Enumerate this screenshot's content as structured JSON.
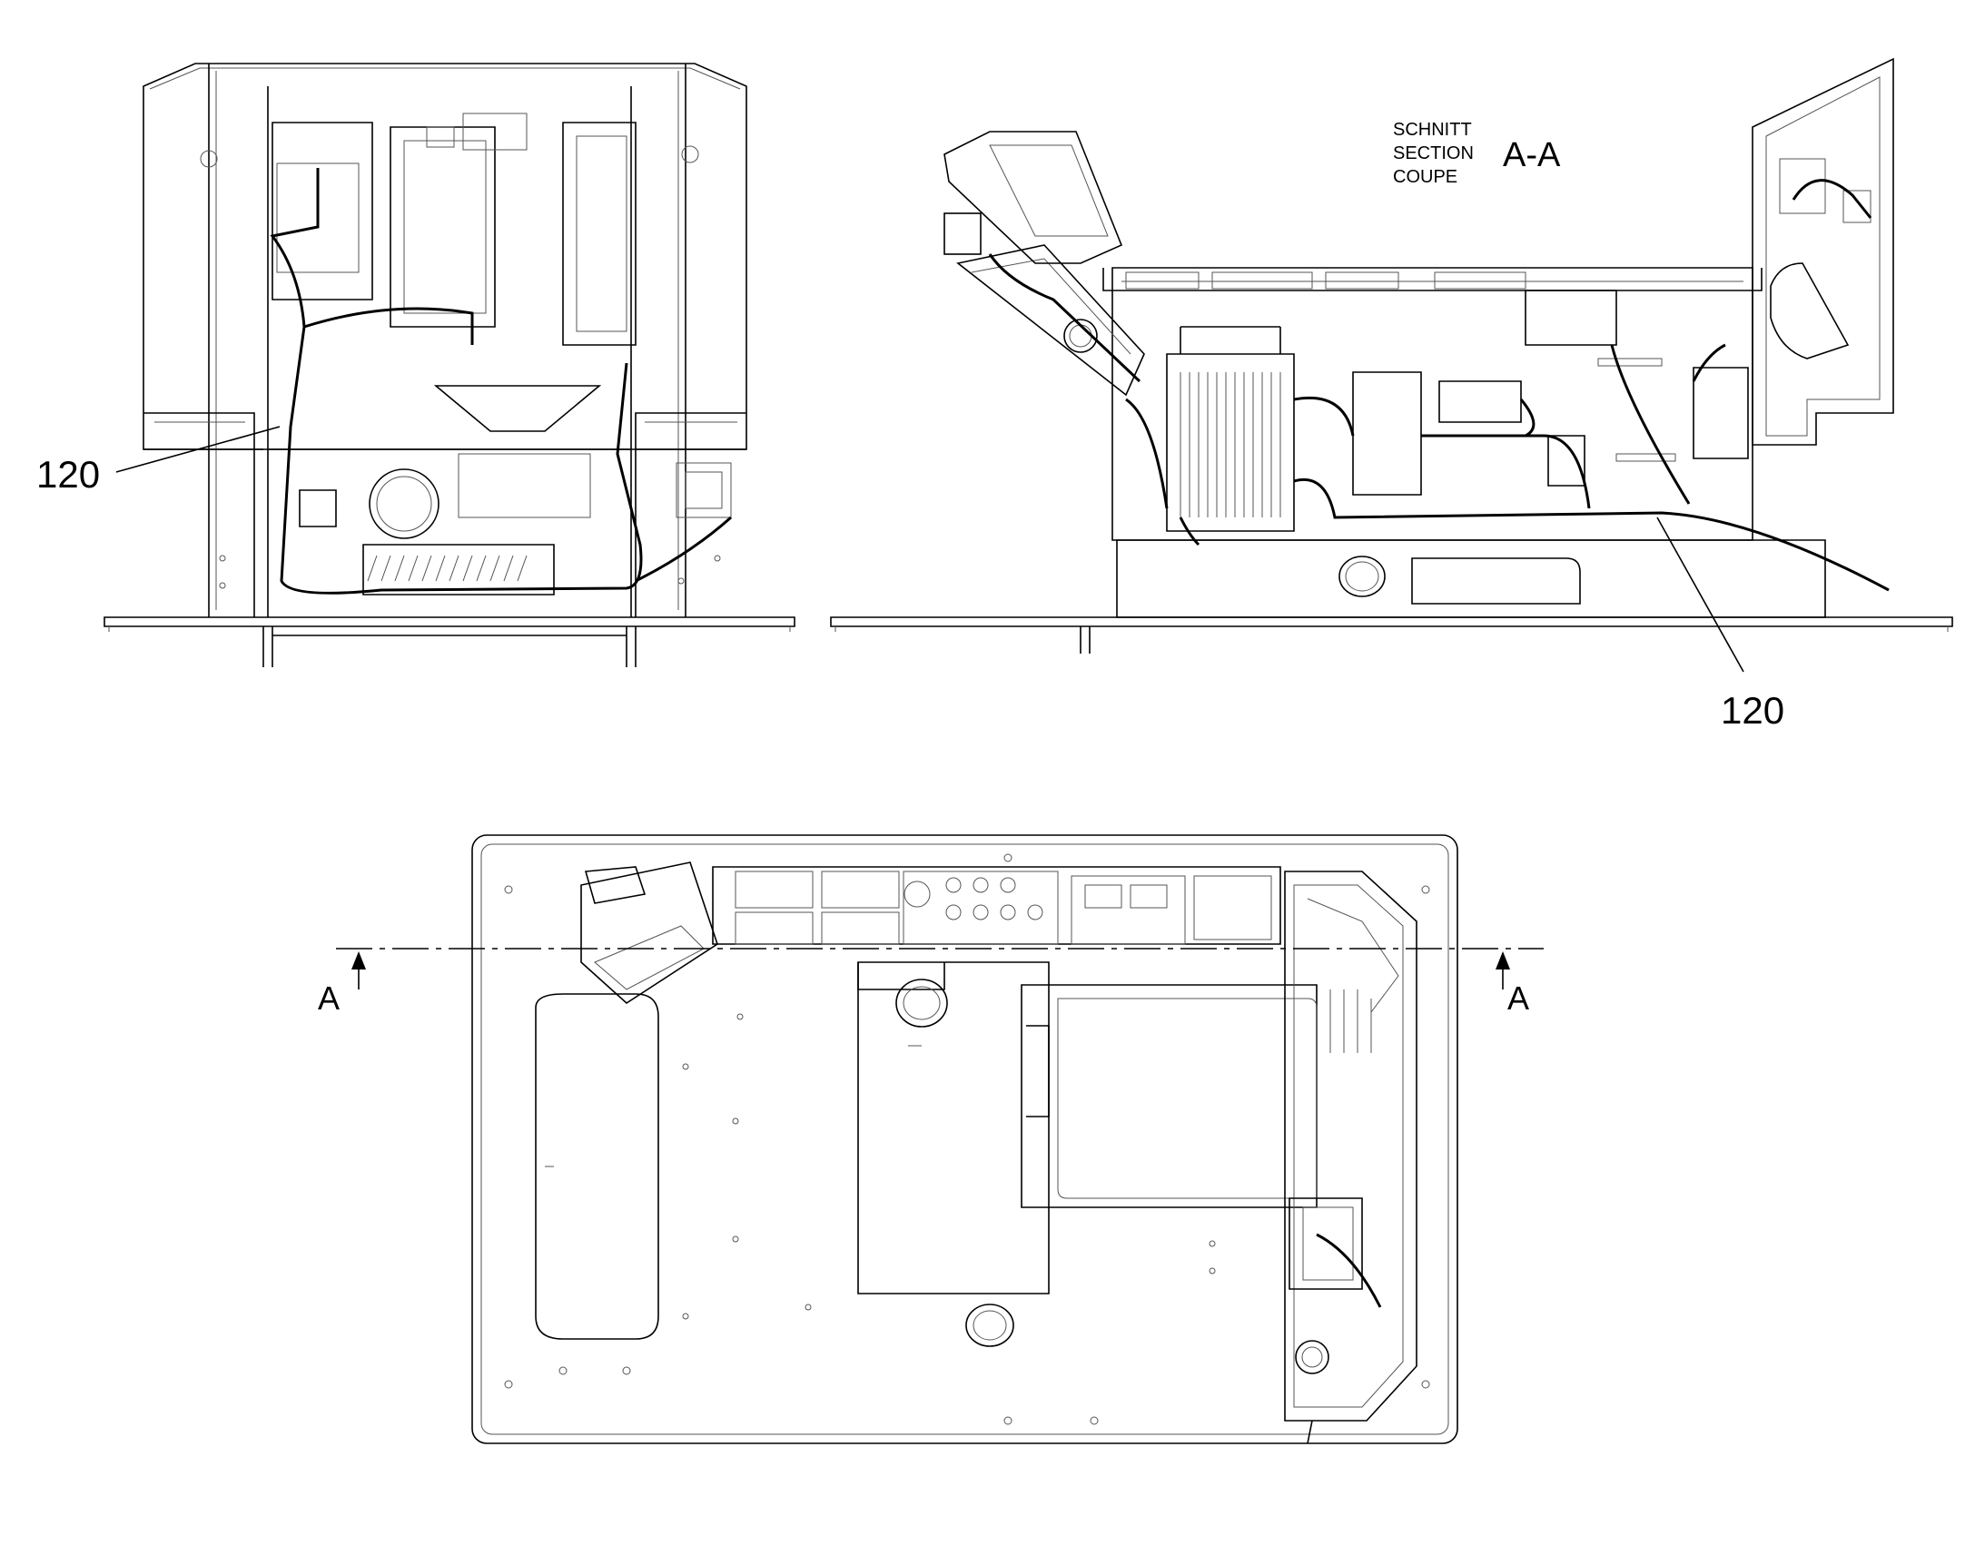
{
  "views": {
    "front": {
      "callout": "120"
    },
    "section": {
      "title_lines": [
        "SCHNITT",
        "SECTION",
        "COUPE"
      ],
      "section_id": "A-A",
      "callout": "120"
    },
    "top": {
      "cut_marker_left": "A",
      "cut_marker_right": "A"
    }
  }
}
